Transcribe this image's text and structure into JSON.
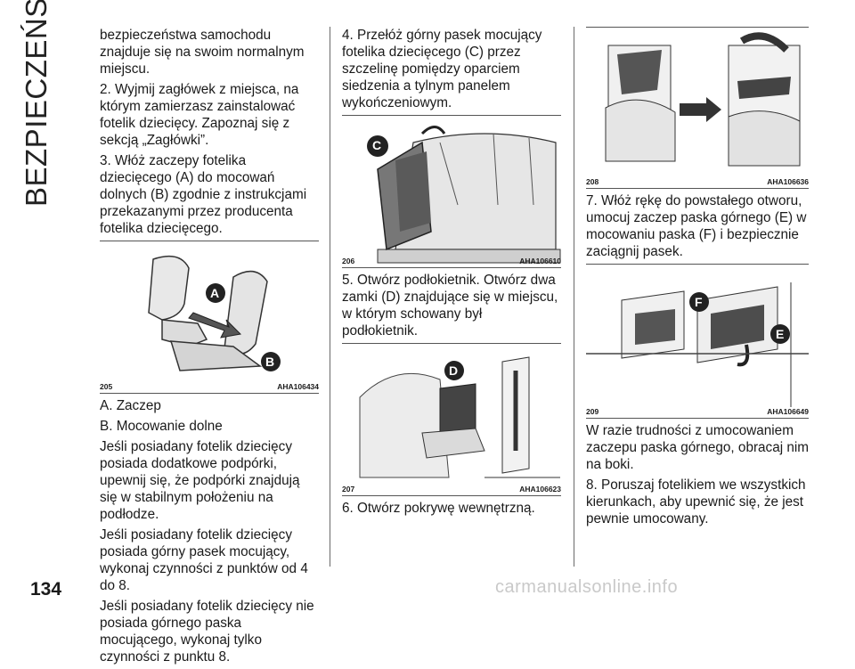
{
  "side_title": "BEZPIECZEŃSTWO",
  "page_number": "134",
  "watermark": "carmanualsonline.info",
  "col1": {
    "paragraphs": [
      "bezpieczeństwa samochodu znajduje się na swoim normalnym miejscu.",
      "2. Wyjmij zagłówek z miejsca, na którym zamierzasz zainstalować fotelik dziecięcy. Zapoznaj się z sekcją „Zagłówki”.",
      "3. Włóż zaczepy fotelika dziecięcego (A) do mocowań dolnych (B) zgodnie z instrukcjami przekazanymi przez producenta fotelika dziecięcego."
    ],
    "figure": {
      "number": "205",
      "code": "AHA106434",
      "label_a": "A",
      "label_b": "B"
    },
    "after": [
      "A. Zaczep",
      "B. Mocowanie dolne",
      "Jeśli posiadany fotelik dziecięcy posiada dodatkowe podpórki, upewnij się, że podpórki znajdują się w stabilnym położeniu na podłodze.",
      "Jeśli posiadany fotelik dziecięcy posiada górny pasek mocujący, wykonaj czynności z punktów od 4 do 8.",
      "Jeśli posiadany fotelik dziecięcy nie posiada górnego paska mocującego, wykonaj tylko czynności z punktu 8."
    ]
  },
  "col2": {
    "intro": "4. Przełóż górny pasek mocujący fotelika dziecięcego (C) przez szczelinę pomiędzy oparciem siedzenia a tylnym panelem wykończeniowym.",
    "figure1": {
      "number": "206",
      "code": "AHA106610",
      "label": "C"
    },
    "middle": "5. Otwórz podłokietnik. Otwórz dwa zamki (D) znajdujące się w miejscu, w którym schowany był podłokietnik.",
    "figure2": {
      "number": "207",
      "code": "AHA106623",
      "label": "D"
    },
    "end": "6. Otwórz pokrywę wewnętrzną."
  },
  "col3": {
    "figure1": {
      "number": "208",
      "code": "AHA106636"
    },
    "middle": "7. Włóż rękę do powstałego otworu, umocuj zaczep paska górnego (E) w mocowaniu paska (F) i bezpiecznie zaciągnij pasek.",
    "figure2": {
      "number": "209",
      "code": "AHA106649",
      "label_f": "F",
      "label_e": "E"
    },
    "end": [
      "W razie trudności z umocowaniem zaczepu paska górnego, obracaj nim na boki.",
      "8. Poruszaj fotelikiem we wszystkich kierunkach, aby upewnić się, że jest pewnie umocowany."
    ]
  }
}
